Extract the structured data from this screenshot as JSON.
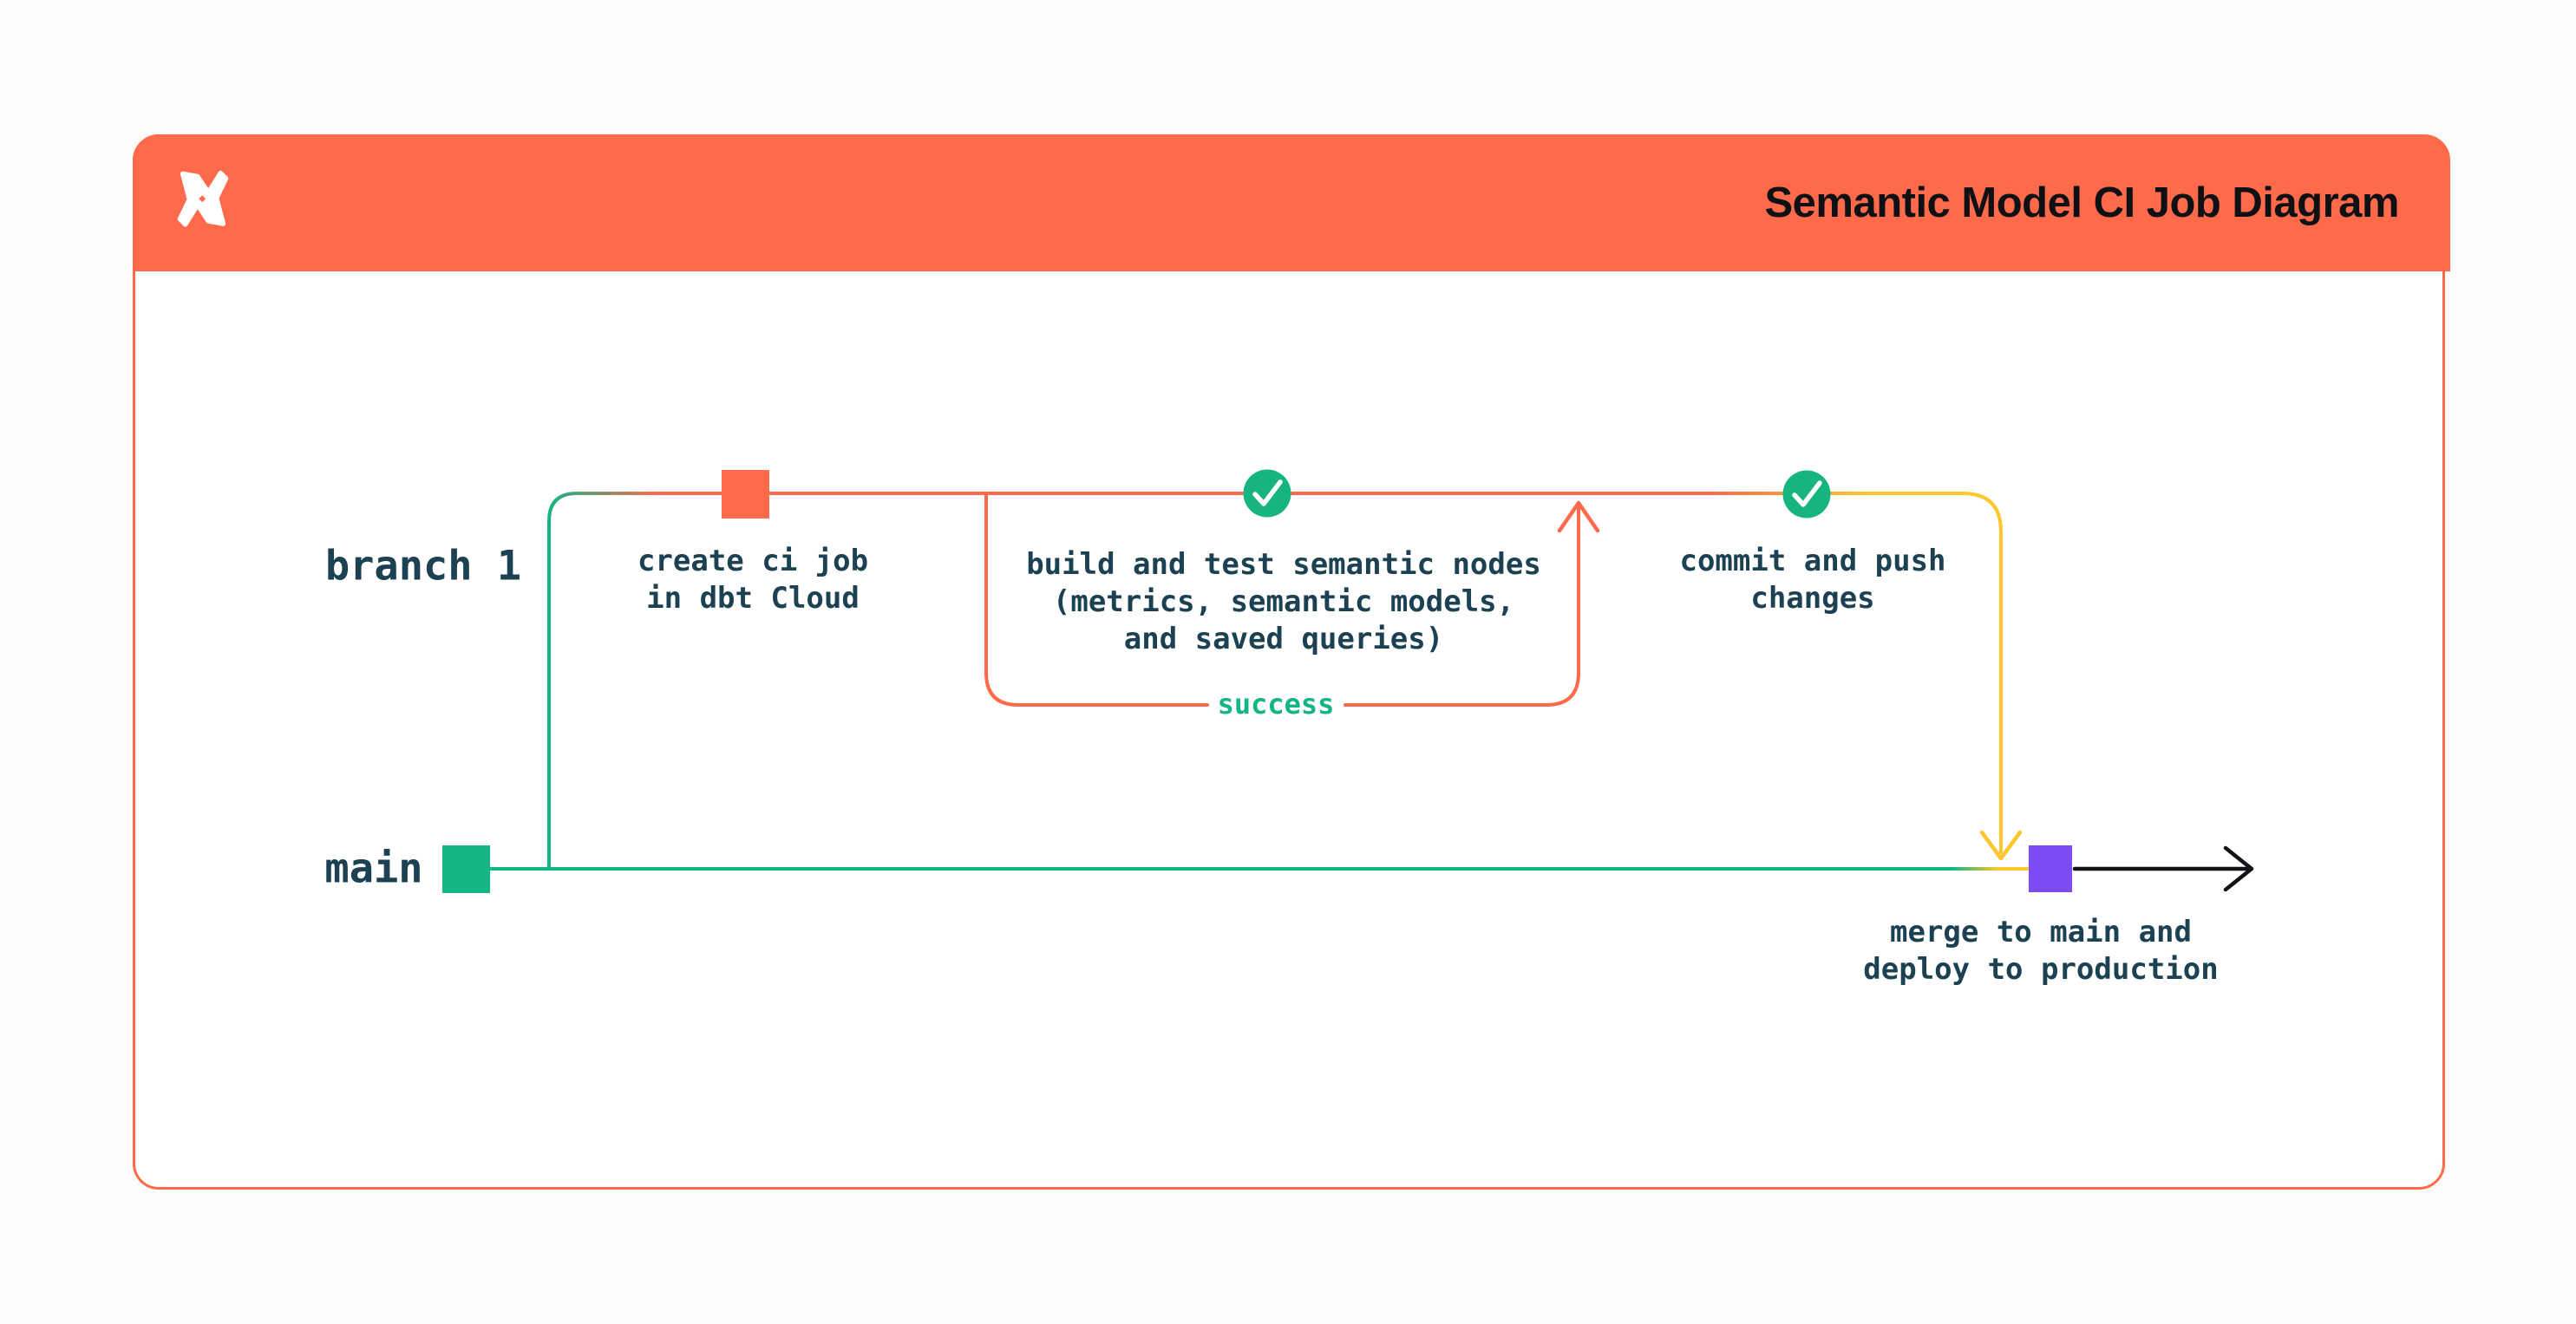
{
  "header": {
    "title": "Semantic Model CI Job Diagram",
    "logo": "dbt-logo",
    "background_color": "#FF6A4B",
    "title_color": "#0E1014"
  },
  "diagram": {
    "branch_label": "branch 1",
    "main_label": "main",
    "loop_label": "success",
    "nodes": [
      {
        "id": "create-ci-job",
        "marker": "orange-square",
        "lines": [
          "create ci job",
          "in dbt Cloud"
        ]
      },
      {
        "id": "build-test-semantic-nodes",
        "marker": "check-circle",
        "lines": [
          "build and test semantic nodes",
          "(metrics, semantic models,",
          "and saved queries)"
        ]
      },
      {
        "id": "commit-push-changes",
        "marker": "check-circle",
        "lines": [
          "commit and push",
          "changes"
        ]
      },
      {
        "id": "merge-deploy",
        "marker": "purple-square",
        "lines": [
          "merge to main and",
          "deploy to production"
        ]
      }
    ],
    "colors": {
      "coral": "#FF6A4B",
      "teal": "#14B583",
      "circle_green": "#16B481",
      "yellow": "#FFC72B",
      "purple": "#7C4BF6",
      "ink": "#1B4152",
      "arrow_black": "#121418"
    }
  }
}
